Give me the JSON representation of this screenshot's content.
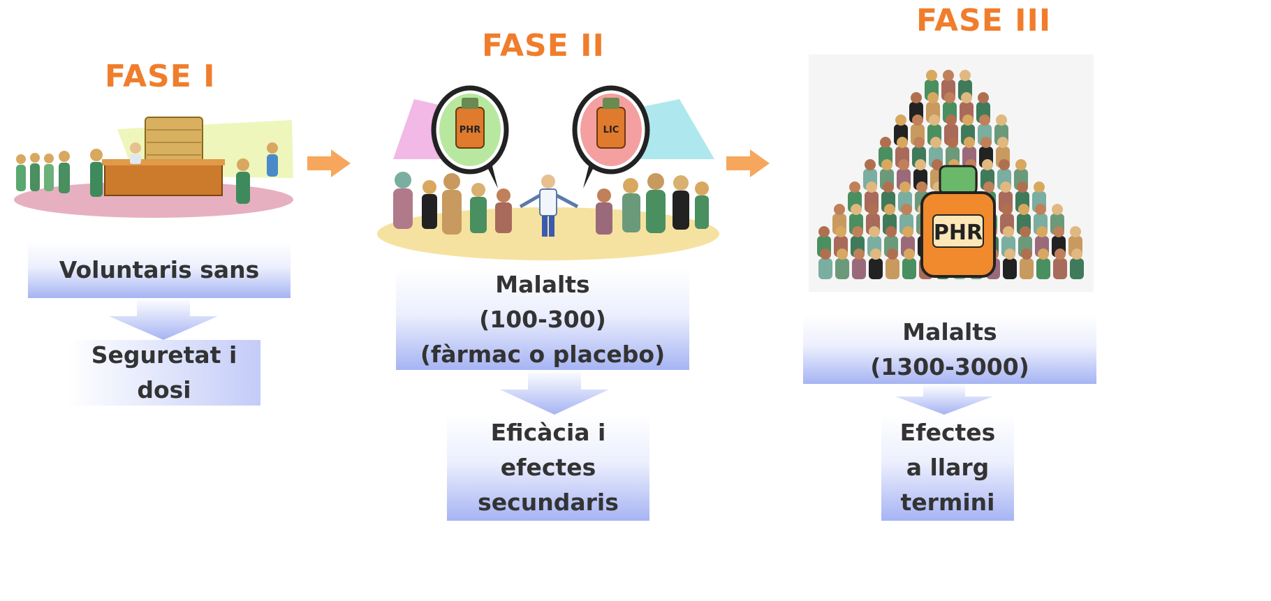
{
  "colors": {
    "phase_title": "#f07d2c",
    "flow_arrow": "#f7a75d",
    "box_text": "#333333",
    "box_gradient_light": "#ffffff",
    "box_gradient_dark": "#a6b4f3",
    "platform_pink": "#e7b0c0",
    "platform_yellow": "#f6e2a0",
    "medicine_bottle": "#f08a2c"
  },
  "phases": [
    {
      "title": "FASE I",
      "participants": "Voluntaris sans",
      "objective": "Seguretat i\ndosi",
      "illustration": "pharmacy-counter-with-healthy-volunteers"
    },
    {
      "title": "FASE II",
      "participants": "Malalts\n(100-300)\n(fàrmac o placebo)",
      "objective": "Eficàcia i\nefectes\nsecundaris",
      "illustration": "doctor-giving-drug-and-placebo-to-patients",
      "bottle_labels": [
        "PHR",
        "LIC"
      ]
    },
    {
      "title": "FASE III",
      "participants": "Malalts\n(1300-3000)",
      "objective": "Efectes\na llarg\ntermini",
      "illustration": "large-crowd-of-patients-around-medicine-bottle",
      "bottle_label": "PHR"
    }
  ]
}
